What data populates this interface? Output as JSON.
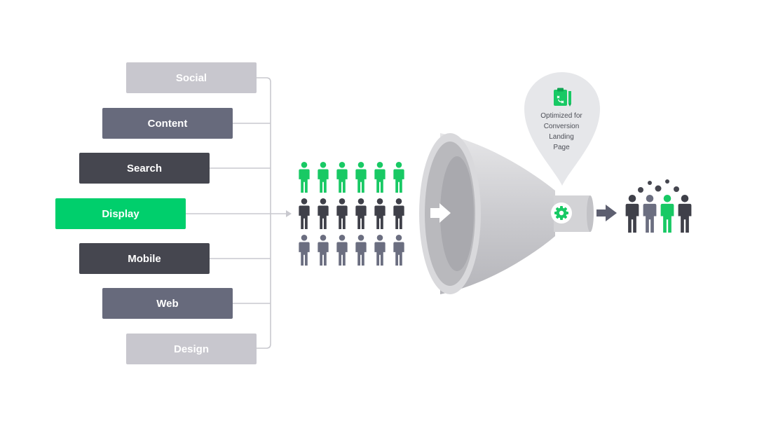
{
  "channels": [
    {
      "label": "Social",
      "tone": "light"
    },
    {
      "label": "Content",
      "tone": "mid"
    },
    {
      "label": "Search",
      "tone": "dark"
    },
    {
      "label": "Display",
      "tone": "green"
    },
    {
      "label": "Mobile",
      "tone": "dark"
    },
    {
      "label": "Web",
      "tone": "mid"
    },
    {
      "label": "Design",
      "tone": "light"
    }
  ],
  "landing_page_label": [
    "Optimized for",
    "Conversion",
    "Landing",
    "Page"
  ],
  "crowd": {
    "rows": 3,
    "columns": 6,
    "row_colors": [
      "#18c964",
      "#3f4049",
      "#6b6e80"
    ]
  },
  "output_people": [
    "#3f4049",
    "#6b6e80",
    "#18c964",
    "#3f4049"
  ],
  "colors": {
    "accent_green": "#00cf6c",
    "dark": "#45464f",
    "mid": "#676a7c",
    "light": "#c8c7ce",
    "connector": "#c9c9cf"
  }
}
